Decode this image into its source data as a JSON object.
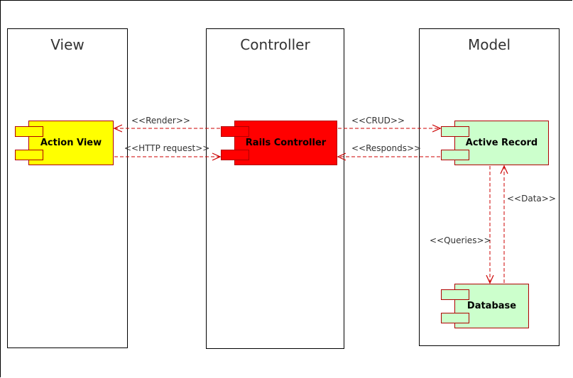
{
  "packages": {
    "view": {
      "title": "View"
    },
    "controller": {
      "title": "Controller"
    },
    "model": {
      "title": "Model"
    }
  },
  "components": {
    "action_view": {
      "name": "Action View",
      "color": "#ffff00"
    },
    "rails_controller": {
      "name": "Rails Controller",
      "color": "#ff0000"
    },
    "active_record": {
      "name": "Active Record",
      "color": "#ccffcc"
    },
    "database": {
      "name": "Database",
      "color": "#ccffcc"
    }
  },
  "connectors": {
    "render": "<<Render>>",
    "http_request": "<<HTTP request>>",
    "crud": "<<CRUD>>",
    "responds": "<<Responds>>",
    "queries": "<<Queries>>",
    "data": "<<Data>>"
  },
  "colors": {
    "line": "#cc0000",
    "border": "#000000"
  }
}
